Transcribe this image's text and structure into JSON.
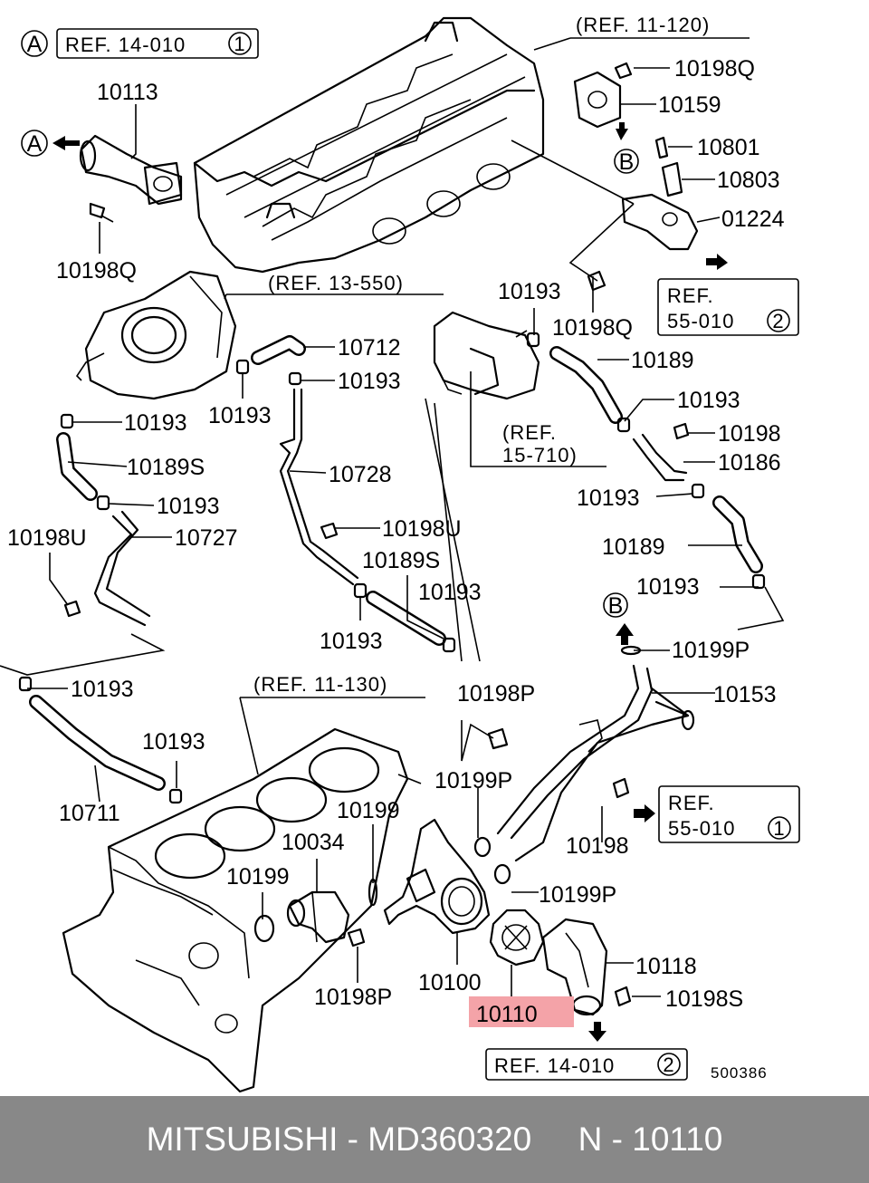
{
  "diagram": {
    "references": {
      "ref_a_14010": "REF. 14-010",
      "ref_a_14010_num": "1",
      "ref_11_120": "(REF. 11-120)",
      "ref_13_550": "(REF. 13-550)",
      "ref_15_710_a": "(REF.",
      "ref_15_710_b": "15-710)",
      "ref_11_130": "(REF. 11-130)",
      "ref_55010_a_line1": "REF.",
      "ref_55010_a_line2": "55-010",
      "ref_55010_a_num": "2",
      "ref_55010_b_line1": "REF.",
      "ref_55010_b_line2": "55-010",
      "ref_55010_b_num": "1",
      "ref_14010_bottom": "REF. 14-010",
      "ref_14010_bottom_num": "2"
    },
    "markers": {
      "a": "A",
      "b": "B"
    },
    "part_labels": {
      "p10113": "10113",
      "p10198Q_left": "10198Q",
      "p10198Q_top": "10198Q",
      "p10159": "10159",
      "p10801": "10801",
      "p10803": "10803",
      "p01224": "01224",
      "p10193_a": "10193",
      "p10198Q_mid": "10198Q",
      "p10712": "10712",
      "p10193_b": "10193",
      "p10193_c": "10193",
      "p10193_d": "10193",
      "p10189_a": "10189",
      "p10193_e": "10193",
      "p10198": "10198",
      "p10186": "10186",
      "p10189S_a": "10189S",
      "p10728": "10728",
      "p10193_f": "10193",
      "p10193_g": "10193",
      "p10189_b": "10189",
      "p10198U_a": "10198U",
      "p10727": "10727",
      "p10198U_b": "10198U",
      "p10189S_b": "10189S",
      "p10193_h": "10193",
      "p10193_i": "10193",
      "p10193_j": "10193",
      "p10199P_a": "10199P",
      "p10193_k": "10193",
      "p10153": "10153",
      "p10198P_a": "10198P",
      "p10193_l": "10193",
      "p10199P_b": "10199P",
      "p10711": "10711",
      "p10199_a": "10199",
      "p10198_b": "10198",
      "p10034": "10034",
      "p10199_b": "10199",
      "p10199P_c": "10199P",
      "p10118": "10118",
      "p10100": "10100",
      "p10198S": "10198S",
      "p10198P_b": "10198P",
      "p10110": "10110"
    },
    "figure_number": "500386",
    "highlight_color": "#f4a3a8"
  },
  "footer": {
    "text": "MITSUBISHI - MD360320     N - 10110",
    "background": "#888888"
  }
}
